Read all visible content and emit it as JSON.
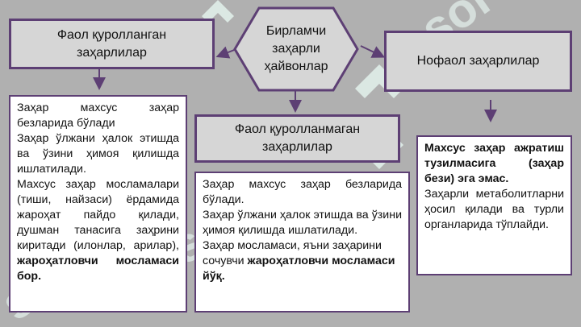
{
  "top": {
    "label": "Бирламчи заҳарли ҳайвонлар"
  },
  "left_header": {
    "label": "Фаол қуролланган заҳарлилар"
  },
  "middle_header": {
    "label": "Фаол қуролланмаган заҳарлилар"
  },
  "right_header": {
    "label": "Нофаол заҳарлилар"
  },
  "left_text": {
    "p1": "Заҳар махсус заҳар безларида бўлади",
    "p2": "Заҳар ўлжани ҳалок этишда ва ўзини ҳимоя қилишда ишлатилади.",
    "p3": "Махсус заҳар мосламалари (тиши, найзаси) ёрдамида жароҳат пайдо қилади, душман танасига заҳрини киритади (илонлар, арилар),",
    "p3_bold": "жароҳатловчи мосламаси бор."
  },
  "middle_text": {
    "p1": "Заҳар махсус заҳар безларида бўлади.",
    "p2": "Заҳар ўлжани ҳалок этишда ва ўзини ҳимоя қилишда ишлатилади.",
    "p3": "Заҳар мосламаси, яъни заҳарини сочувчи",
    "p3_bold": "жароҳатловчи мосламаси йўқ."
  },
  "right_text": {
    "p1_bold": "Махсус заҳар ажратиш тузилмасига (заҳар бези) эга эмас.",
    "p2": "Заҳарли метаболитларни ҳосил қилади ва турли органларида тўплайди."
  },
  "colors": {
    "border": "#5d3f74",
    "header_fill": "#d6d6d6",
    "background": "#b0b0b0",
    "watermark": "#e2f3ec"
  }
}
